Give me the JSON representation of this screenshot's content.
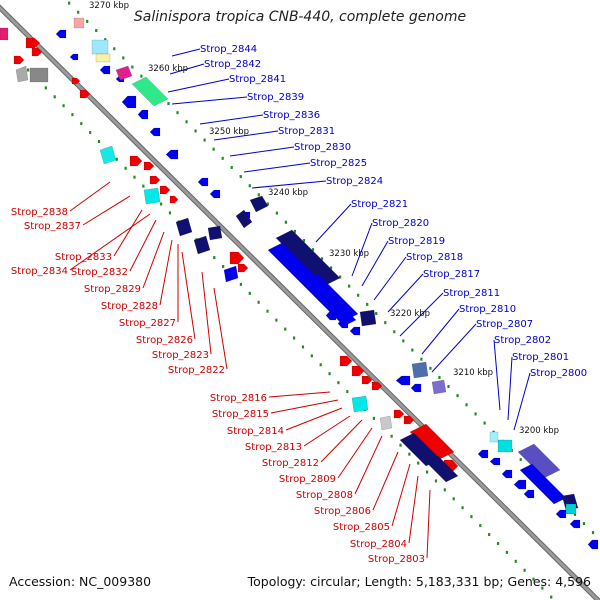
{
  "title": "Salinispora tropica CNB-440, complete genome",
  "footer": {
    "accession": "Accession: NC_009380",
    "topology": "Topology: circular; Length: 5,183,331 bp; Genes: 4,596"
  },
  "colors": {
    "backbone": "#808080",
    "forward_genes": "#0000ee",
    "forward_label": "#0000cc",
    "reverse_genes": "#ee0000",
    "reverse_label": "#cc0000",
    "tick": "#228b22"
  },
  "scale_labels": [
    "3270 kbp",
    "3260 kbp",
    "3250 kbp",
    "3240 kbp",
    "3230 kbp",
    "3220 kbp",
    "3210 kbp",
    "3200 kbp"
  ],
  "forward_labels": [
    "Strop_2844",
    "Strop_2842",
    "Strop_2841",
    "Strop_2839",
    "Strop_2836",
    "Strop_2831",
    "Strop_2830",
    "Strop_2825",
    "Strop_2824",
    "Strop_2821",
    "Strop_2820",
    "Strop_2819",
    "Strop_2818",
    "Strop_2817",
    "Strop_2811",
    "Strop_2810",
    "Strop_2807",
    "Strop_2802",
    "Strop_2801",
    "Strop_2800"
  ],
  "reverse_labels": [
    "Strop_2838",
    "Strop_2837",
    "Strop_2833",
    "Strop_2834",
    "Strop_2832",
    "Strop_2829",
    "Strop_2828",
    "Strop_2827",
    "Strop_2826",
    "Strop_2823",
    "Strop_2822",
    "Strop_2816",
    "Strop_2815",
    "Strop_2814",
    "Strop_2813",
    "Strop_2812",
    "Strop_2809",
    "Strop_2808",
    "Strop_2806",
    "Strop_2805",
    "Strop_2804",
    "Strop_2803"
  ]
}
